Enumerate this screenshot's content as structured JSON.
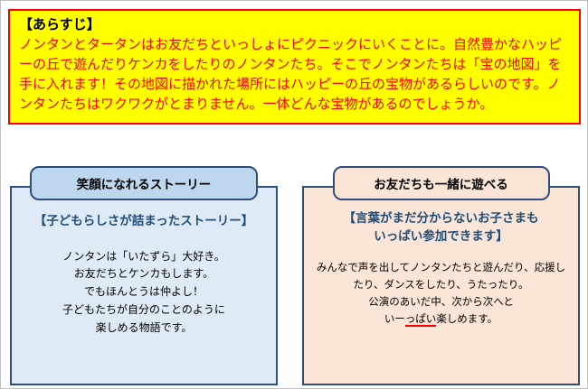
{
  "colors": {
    "highlight_yellow": "#FFFF00",
    "alert_red": "#FF0000",
    "navy_border": "#2E4E7E",
    "heading_blue": "#1F4E79",
    "light_blue_box": "#DEEBF7",
    "light_blue_tab": "#BDD7EE",
    "peach_box": "#FBE5D6"
  },
  "synopsis": {
    "title": "【あらすじ】",
    "body": "ノンタンとタータンはお友だちといっしょにピクニックにいくことに。自然豊かなハッピーの丘で遊んだりケンカをしたりのノンタンたち。そこでノンタンたちは「宝の地図」を手に入れます！その地図に描かれた場所にはハッピーの丘の宝物があるらしいのです。ノンタンたちはワクワクがとまりません。一体どんな宝物があるのでしょうか。"
  },
  "left_card": {
    "tab": "笑顔になれるストーリー",
    "heading": "【子どもらしさが詰まったストーリー】",
    "lines": [
      "ノンタンは「いたずら」大好き。",
      "お友だちとケンカもします。",
      "でもほんとうは仲よし！",
      "子どもたちが自分のことのように",
      "楽しめる物語です。"
    ]
  },
  "right_card": {
    "tab": "お友だちも一緒に遊べる",
    "heading_line1": "【言葉がまだ分からないお子さまも",
    "heading_line2": "いっぱい参加できます】",
    "lines": [
      "みんなで声を出してノンタンたちと遊んだり、応援し",
      "たり、ダンスをしたり、うたったり。",
      "公演のあいだ中、次から次へと"
    ],
    "last_line": {
      "pre": "いー",
      "emph": "っぱい",
      "post": "楽しめます。"
    }
  }
}
